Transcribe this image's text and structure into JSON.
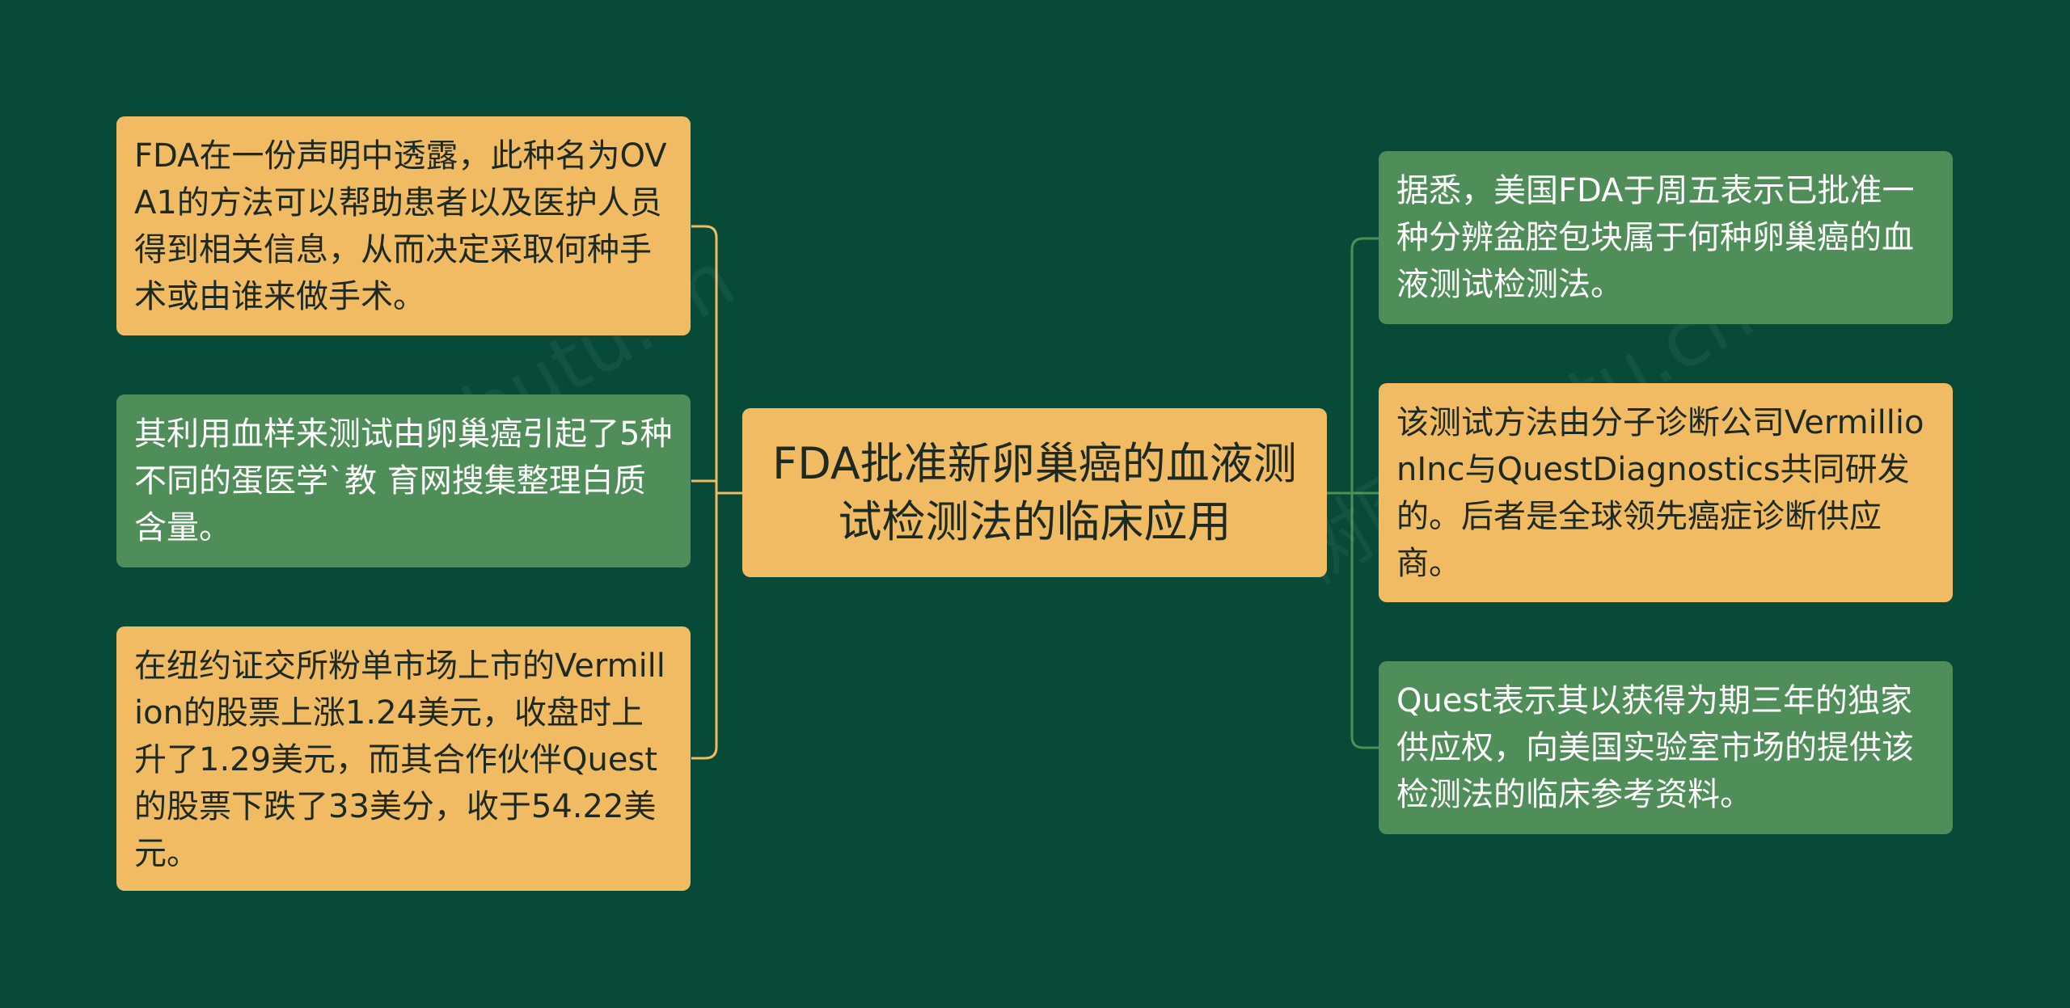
{
  "center": {
    "text": "FDA批准新卵巢癌的血液测试检测法的临床应用"
  },
  "left_nodes": [
    {
      "text": "FDA在一份声明中透露，此种名为OVA1的方法可以帮助患者以及医护人员得到相关信息，从而决定采取何种手术或由谁来做手术。",
      "color": "yellow"
    },
    {
      "text": "其利用血样来测试由卵巢癌引起了5种不同的蛋医学`教 育网搜集整理白质含量。",
      "color": "green"
    },
    {
      "text": "在纽约证交所粉单市场上市的Vermillion的股票上涨1.24美元，收盘时上升了1.29美元，而其合作伙伴Quest的股票下跌了33美分，收于54.22美元。",
      "color": "yellow"
    }
  ],
  "right_nodes": [
    {
      "text": "据悉，美国FDA于周五表示已批准一种分辨盆腔包块属于何种卵巢癌的血液测试检测法。",
      "color": "green"
    },
    {
      "text": "该测试方法由分子诊断公司VermillionInc与QuestDiagnostics共同研发的。后者是全球领先癌症诊断供应商。",
      "color": "yellow"
    },
    {
      "text": "Quest表示其以获得为期三年的独家供应权，向美国实验室市场的提供该检测法的临床参考资料。",
      "color": "green"
    }
  ],
  "colors": {
    "background": "#074a37",
    "yellow": "#f0bb62",
    "green": "#4f8e58",
    "left_connector": "#f0bb62",
    "right_connector": "#4f8e58"
  },
  "watermark": "树图 shutu.cn"
}
